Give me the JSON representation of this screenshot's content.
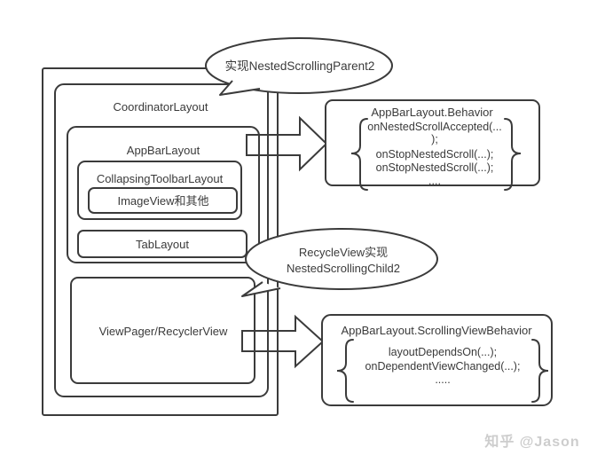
{
  "colors": {
    "stroke": "#3b3b3b",
    "text": "#3a3a3a",
    "watermark": "#cdcdcd",
    "background": "#ffffff"
  },
  "callouts": {
    "parent2": {
      "text": "实现NestedScrollingParent2"
    },
    "child2": {
      "line1": "RecycleView实现",
      "line2": "NestedScrollingChild2"
    }
  },
  "boxes": {
    "coordinator_layout": "CoordinatorLayout",
    "app_bar_layout": "AppBarLayout",
    "collapsing_toolbar_layout": "CollapsingToolbarLayout",
    "image_view": "ImageView和其他",
    "tab_layout": "TabLayout",
    "view_pager": "ViewPager/RecyclerView"
  },
  "behavior_box": {
    "title": "AppBarLayout.Behavior",
    "lines": [
      "onNestedScrollAccepted(...",
      ");",
      "onStopNestedScroll(...);",
      "onStopNestedScroll(...);",
      "...."
    ]
  },
  "scrolling_view_behavior_box": {
    "title": "AppBarLayout.ScrollingViewBehavior",
    "lines": [
      "layoutDependsOn(...);",
      "onDependentViewChanged(...);",
      "....."
    ]
  },
  "watermark": "知乎 @Jason"
}
